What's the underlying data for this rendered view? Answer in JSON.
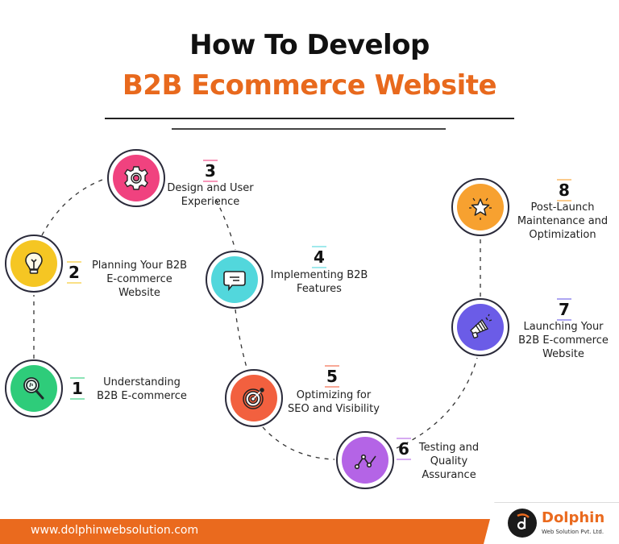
{
  "header": {
    "title_line1": "How To Develop",
    "title_line2": "B2B Ecommerce Website",
    "title_line2_color": "#e8691d"
  },
  "steps": [
    {
      "number": "1",
      "label_lines": [
        "Understanding",
        "B2B E-commerce"
      ],
      "icon": "magnifier-icon",
      "color": "#2ecc7a"
    },
    {
      "number": "2",
      "label_lines": [
        "Planning Your B2B",
        "E-commerce",
        "Website"
      ],
      "icon": "lightbulb-icon",
      "color": "#f5c623"
    },
    {
      "number": "3",
      "label_lines": [
        "Design and User",
        "Experience"
      ],
      "icon": "gear-icon",
      "color": "#f0427f"
    },
    {
      "number": "4",
      "label_lines": [
        "Implementing B2B",
        "Features"
      ],
      "icon": "chat-bubble-icon",
      "color": "#52d7dc"
    },
    {
      "number": "5",
      "label_lines": [
        "Optimizing for",
        "SEO and Visibility"
      ],
      "icon": "target-icon",
      "color": "#f2603f"
    },
    {
      "number": "6",
      "label_lines": [
        "Testing and",
        "Quality",
        "Assurance"
      ],
      "icon": "line-chart-icon",
      "color": "#b464e6"
    },
    {
      "number": "7",
      "label_lines": [
        "Launching Your",
        "B2B E-commerce",
        "Website"
      ],
      "icon": "megaphone-icon",
      "color": "#6b5ce7"
    },
    {
      "number": "8",
      "label_lines": [
        "Post-Launch",
        "Maintenance and",
        "Optimization"
      ],
      "icon": "star-icon",
      "color": "#f7a130"
    }
  ],
  "footer": {
    "url": "www.dolphinwebsolution.com",
    "bar_color": "#ea6a1e",
    "logo_name": "Dolphin",
    "logo_subtitle": "Web Solution Pvt. Ltd."
  }
}
